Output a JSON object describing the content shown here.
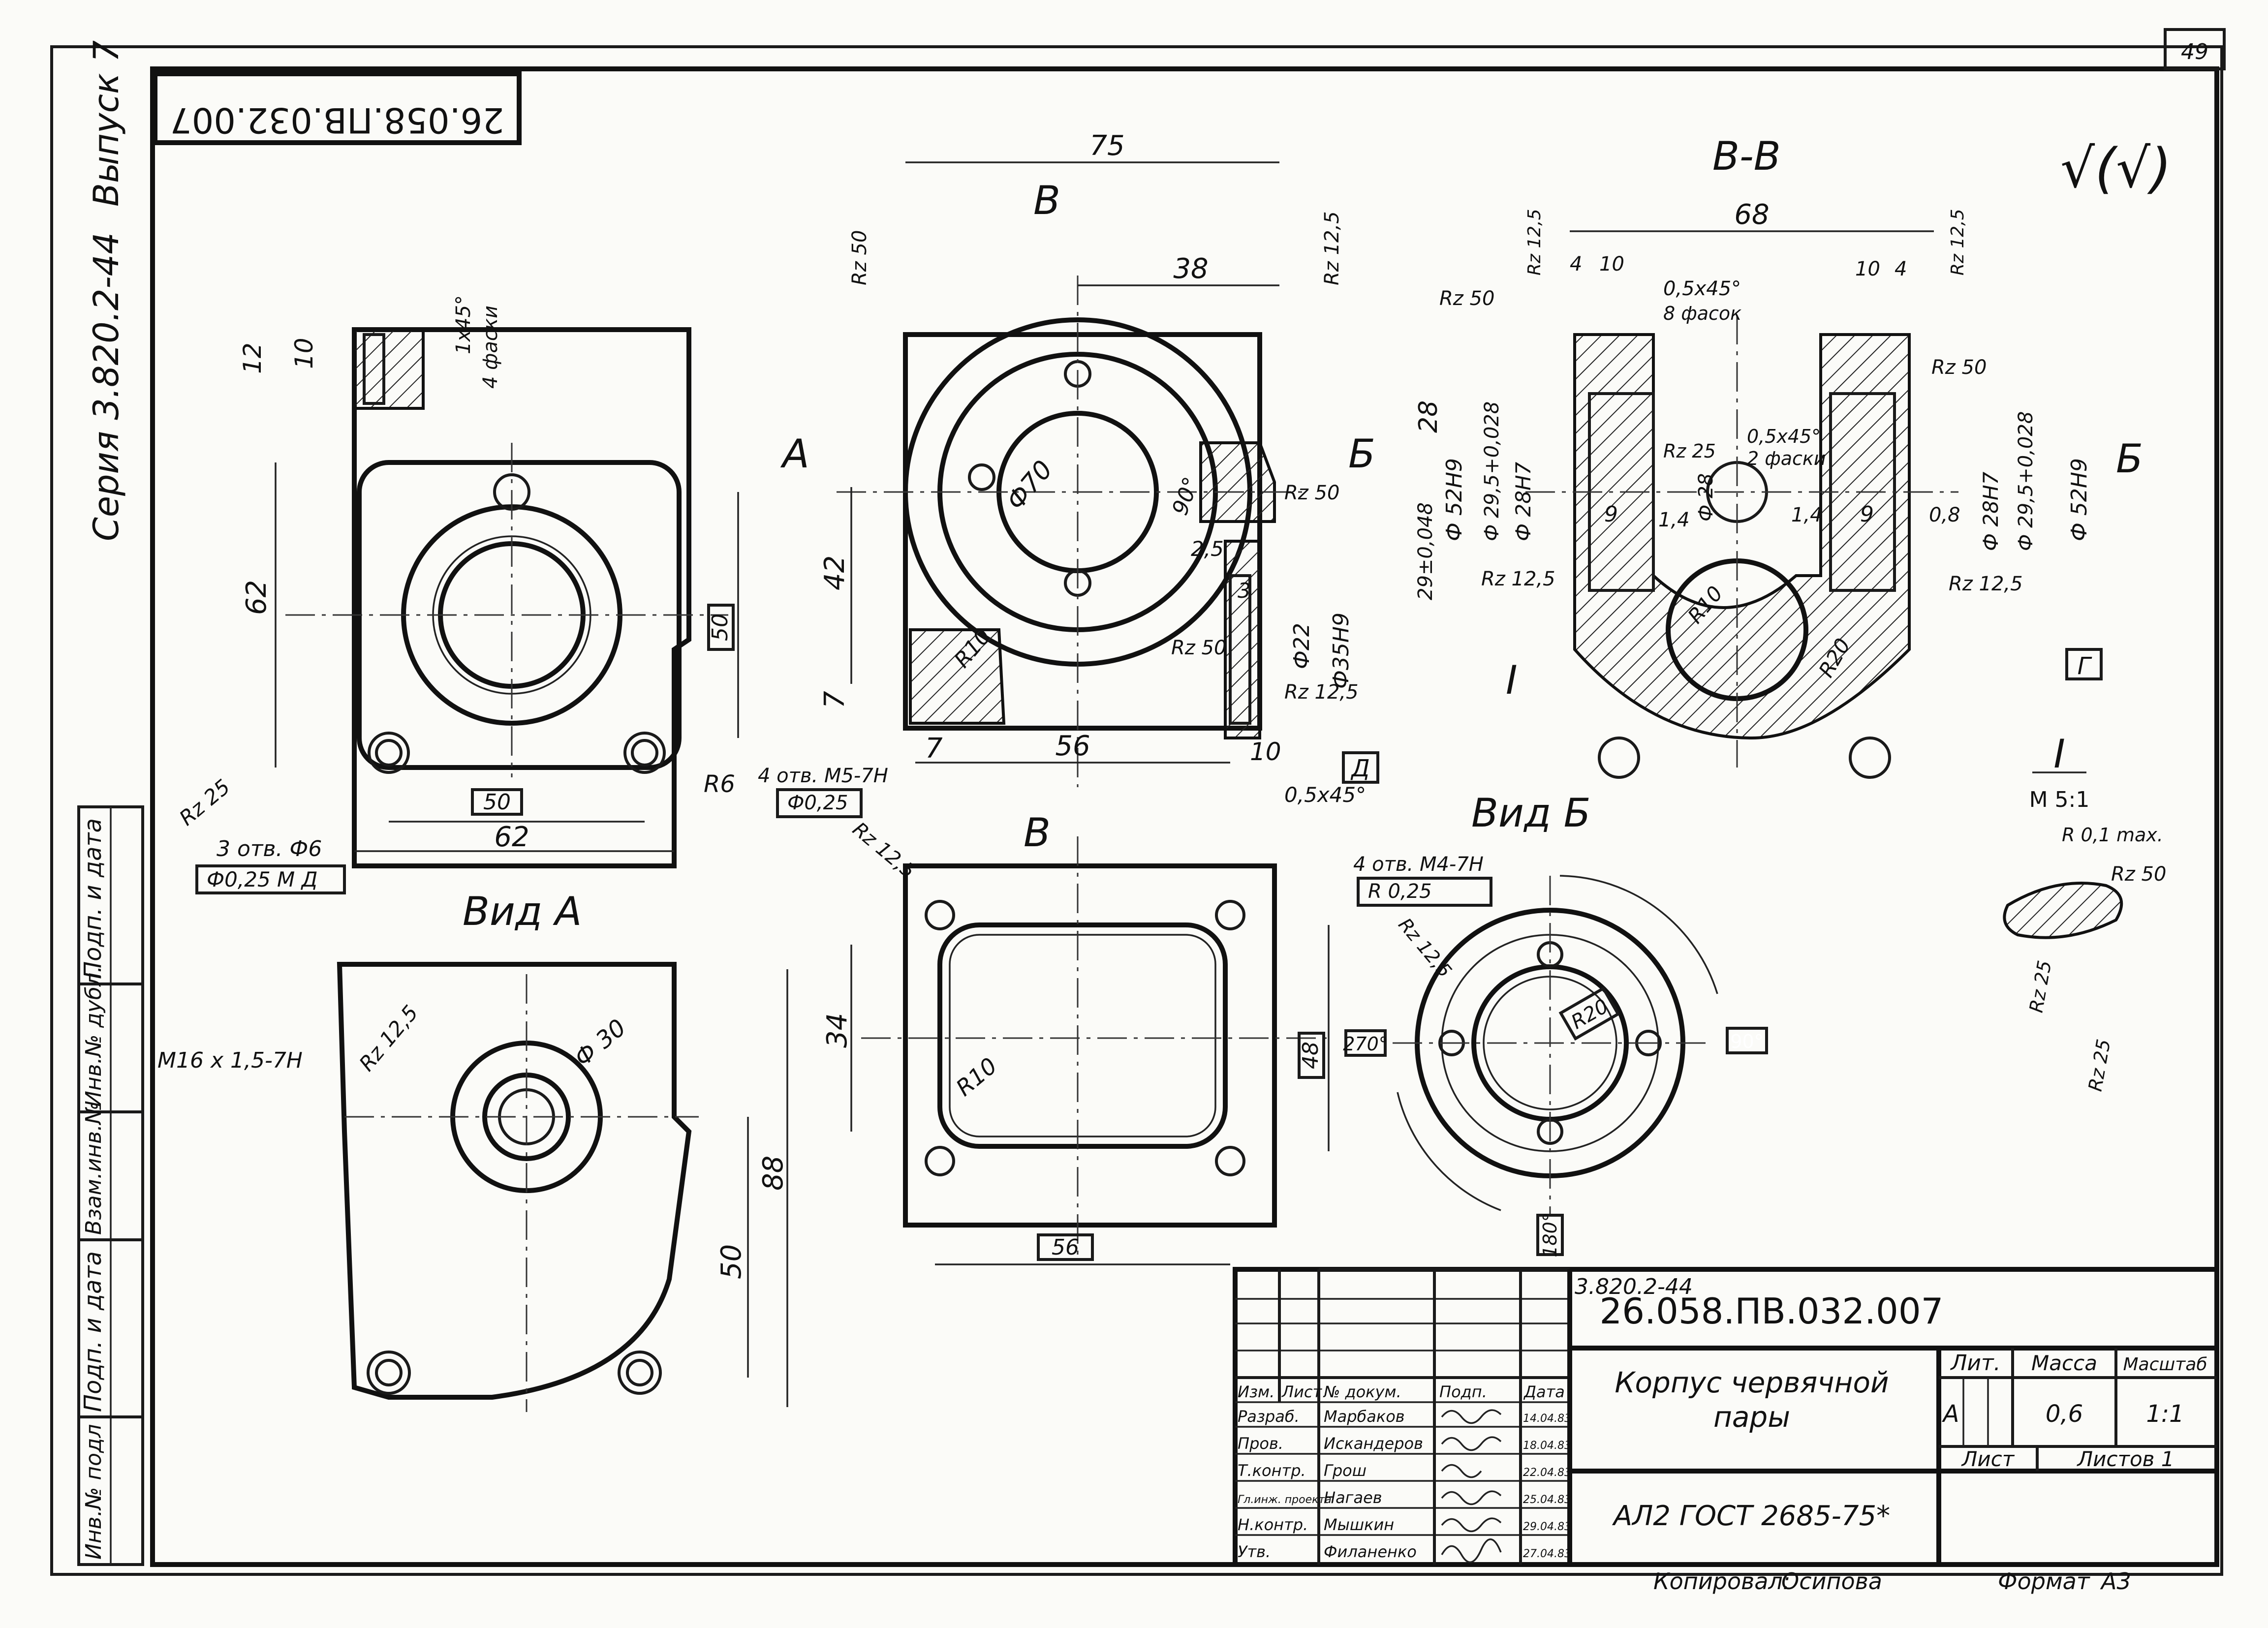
{
  "page_number": "49",
  "doc_code": "26.058.ПВ.032.007",
  "series": "Серия 3.820.2-44",
  "issue": "Выпуск 7",
  "roughness_symbol": "√(√)",
  "left_strip": [
    "Подп. и дата",
    "Инв.№ дубл.",
    "Взам.инв.№",
    "Подп. и дата",
    "Инв.№ подл"
  ],
  "labels": {
    "view_a": "Вид А",
    "view_b": "Вид Б",
    "section_vv": "В-В",
    "detail_i": "I",
    "detail_scale": "М 5:1",
    "cut_a": "А",
    "cut_b": "Б",
    "cut_v": "В",
    "base_d": "Д",
    "base_g": "Г"
  },
  "dims": {
    "d75": "75",
    "d38": "38",
    "d42": "42",
    "d7": "7",
    "d56": "56",
    "d10": "10",
    "d62": "62",
    "d50": "50",
    "d12": "12",
    "d68": "68",
    "d28": "28",
    "d34": "34",
    "d48": "48",
    "d88": "88",
    "d9": "9",
    "d14": "1,4",
    "d08": "0,8",
    "d4": "4",
    "d3": "3",
    "d25": "2,5"
  },
  "notes": {
    "chamfer1": "1х45°",
    "chamfer1b": "4 фаски",
    "holes3": "3 отв. Ф6",
    "tol1": "Ф0,25 М Д",
    "holes4m5": "4 отв. М5-7Н",
    "tol2": "Ф0,25",
    "holes4m4": "4 отв. М4-7Н",
    "tol3": "R 0,25",
    "thread_m16": "М16 х 1,5-7Н",
    "phi30": "Ф 30",
    "phi70": "Ф70",
    "phi22": "Ф22",
    "phi35h9": "Ф35Н9",
    "r10": "R10",
    "r20": "R20",
    "r6": "R6",
    "rz25": "Rz 25",
    "rz50": "Rz 50",
    "rz125": "Rz 12,5",
    "chamfer05": "0,5х45°",
    "chamfer05b": "8 фасок",
    "chamfer05c": "0,5х45°",
    "chamfer05d": "2 фаски",
    "phi52h9": "Ф 52Н9",
    "phi295": "Ф 29,5+0,028",
    "phi28h7": "Ф 28Н7",
    "phi28": "Ф 28",
    "dim29": "29±0,048",
    "r01": "R 0,1 max.",
    "a90": "90°",
    "a270": "270°",
    "a180": "180°",
    "a90b": "90°"
  },
  "title_block": {
    "series_ref": "3.820.2-44",
    "code": "26.058.ПВ.032.007",
    "name_line1": "Корпус червячной",
    "name_line2": "пары",
    "material": "АЛ2 ГОСТ 2685-75*",
    "lit_label": "Лит.",
    "lit_value": "А",
    "mass_label": "Масса",
    "mass_value": "0,6",
    "scale_label": "Масштаб",
    "scale_value": "1:1",
    "sheet_label": "Лист",
    "sheets_label": "Листов 1",
    "header": [
      "Изм.",
      "Лист",
      "№ докум.",
      "Подп.",
      "Дата"
    ],
    "rows": [
      {
        "role": "Разраб.",
        "name": "Марбаков",
        "date": "14.04.83"
      },
      {
        "role": "Пров.",
        "name": "Искандеров",
        "date": "18.04.83"
      },
      {
        "role": "Т.контр.",
        "name": "Грош",
        "date": "22.04.83"
      },
      {
        "role": "Гл.инж. проекта",
        "name": "Нагаев",
        "date": "25.04.83"
      },
      {
        "role": "Н.контр.",
        "name": "Мышкин",
        "date": "29.04.83"
      },
      {
        "role": "Утв.",
        "name": "Филаненко",
        "date": "27.04.83"
      }
    ],
    "copied_label": "Копировал:",
    "copied_name": "Осипова",
    "format_label": "Формат",
    "format_value": "А3"
  }
}
